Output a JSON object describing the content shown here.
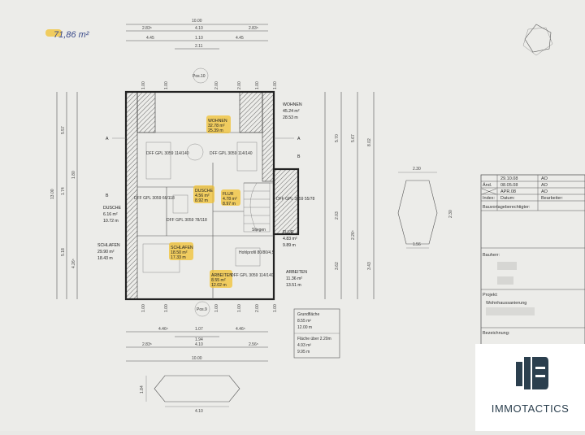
{
  "colors": {
    "paper": "#e9e9e6",
    "ink": "#333333",
    "highlight": "#f2c230",
    "logo": "#2b3f4e"
  },
  "handwritten_area": "71,86 m²",
  "top_dims": {
    "total": "10.00",
    "row1": [
      "2.83⁵",
      "4.10",
      "2.83⁵"
    ],
    "row2": [
      "4.45",
      "1.10",
      "4.45"
    ],
    "row3": "2.11",
    "verticals": [
      "1.00",
      "1.00",
      "2.00",
      "2.00",
      "1.00",
      "1.00"
    ]
  },
  "pos_top": "Pos.10",
  "pos_bottom": "Pos.9",
  "rooms": {
    "wohnen": [
      "WOHNEN",
      "45.24 m²",
      "28.53 m"
    ],
    "wohnen_inner": [
      "WOHNEN",
      "32.78 m²",
      "25.39 m"
    ],
    "dusche": [
      "DUSCHE",
      "6.16 m²",
      "10.72 m"
    ],
    "schlafen": [
      "SCHLAFEN",
      "29.90 m²",
      "18.43 m"
    ],
    "schlafen_inner": [
      "SCHLAFEN",
      "18.50 m²",
      "17.33 m"
    ],
    "flur": [
      "FLUR",
      "4.83 m²",
      "9.89 m"
    ],
    "arbeiten": [
      "ARBEITEN",
      "11.36 m²",
      "13.51 m"
    ],
    "arbeiten_inner": [
      "ARBEITEN",
      "8.55 m²",
      "12.02 m"
    ],
    "dusche_inner": [
      "DUSCHE",
      "4.56 m²",
      "8.92 m"
    ],
    "flur_inner": [
      "FLUR",
      "4.78 m²",
      "8.97 m"
    ]
  },
  "windows": [
    "DFF GPL 3059 114/140",
    "DFF GPL 3059 114/140",
    "DFF GPL 3059 66/118",
    "DFF GPL 3059 78/118",
    "DFF GPL 3059 55/78",
    "DFF GPL 3059 114/140"
  ],
  "markers": [
    "A",
    "A",
    "B",
    "B"
  ],
  "left_dims": [
    "13.00",
    "5.57",
    "1.74",
    "1.80",
    "5.18",
    "4.26⁵"
  ],
  "right_dims": [
    "5.70",
    "5.67",
    "8.02",
    "2.03",
    "2.26⁵",
    "3.62",
    "3.43"
  ],
  "notes": {
    "stair": "Stiegen",
    "heizprofil": "Hohlprofil 80/80/4,5"
  },
  "bottom_dims": {
    "row1": [
      "4.46⁵",
      "1.07",
      "4.46⁵"
    ],
    "row2": "1.94",
    "row3": [
      "2.83⁵",
      "4.10",
      "2.56⁵"
    ],
    "total": "10.00",
    "verticals": [
      "1.00",
      "1.00",
      "1.00",
      "1.00",
      "2.00",
      "1.00"
    ]
  },
  "summary": {
    "grund_label": "Grundfläche",
    "grund_area": "8.55 m²",
    "grund_perim": "12.00 m",
    "flaeche_label": "Fläche über 2.20m",
    "flaeche_area": "4.93 m²",
    "flaeche_perim": "9.95 m"
  },
  "side_detail": {
    "top": "2.30",
    "side": "2.30",
    "bottom": "1.56"
  },
  "bottom_detail": {
    "side": "1.84",
    "width": "4.10"
  },
  "titleblock": {
    "rows": [
      {
        "idx": "",
        "date": "29.10.08",
        "name": "AO"
      },
      {
        "idx": "Änd.",
        "date": "08.05.08",
        "name": "AO"
      },
      {
        "idx": "",
        "date": "APR.08",
        "name": "AO"
      }
    ],
    "header": {
      "idx": "Index:",
      "date": "Datum:",
      "name": "Bearbeiter:"
    },
    "bauvorlage": "Bauvorlageberechtigter:",
    "bauherr": "Bauherr:",
    "projekt": "Projekt:",
    "projekt_value": "Wohnhaussanierung",
    "bezeichnung": "Bezeichnung:"
  },
  "logo_text": "IMMOTACTICS"
}
